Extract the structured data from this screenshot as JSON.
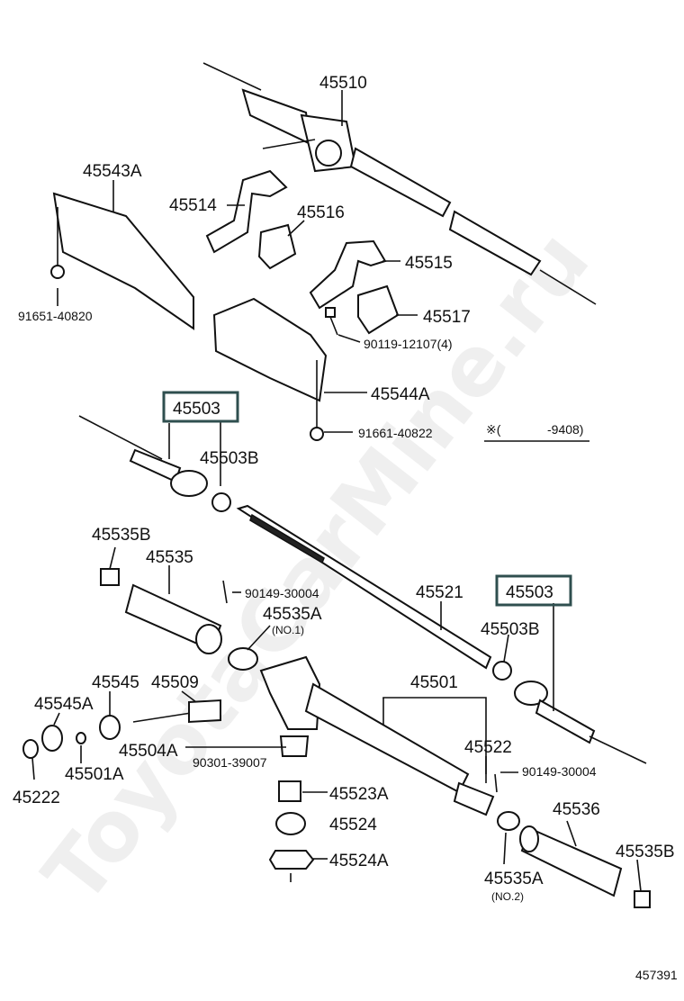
{
  "watermark": "ToyotaCarMine.ru",
  "diagram_id": "457391",
  "legend": {
    "mark": "※(",
    "range": "-9408)"
  },
  "labels": {
    "p45510": "45510",
    "p45543A": "45543A",
    "p45514": "45514",
    "p45516": "45516",
    "p45515": "45515",
    "p45517": "45517",
    "p91651": "91651-40820",
    "p90119": "90119-12107(4)",
    "p45544A": "45544A",
    "p91661": "91661-40822",
    "p45503_top": "45503",
    "p45503B_top": "45503B",
    "p45535B_left": "45535B",
    "p45535": "45535",
    "p90149_top": "90149-30004",
    "p45535A_top": "45535A",
    "no1": "(NO.1)",
    "p45521": "45521",
    "p45503_right": "45503",
    "p45503B_right": "45503B",
    "p45545": "45545",
    "p45509": "45509",
    "p45545A": "45545A",
    "p45501": "45501",
    "p45504A": "45504A",
    "p90301": "90301-39007",
    "p45522": "45522",
    "p90149_bottom": "90149-30004",
    "p45501A": "45501A",
    "p45222": "45222",
    "p45523A": "45523A",
    "p45524": "45524",
    "p45524A": "45524A",
    "p45536": "45536",
    "p45535B_right": "45535B",
    "p45535A_bottom": "45535A",
    "no2": "(NO.2)"
  }
}
